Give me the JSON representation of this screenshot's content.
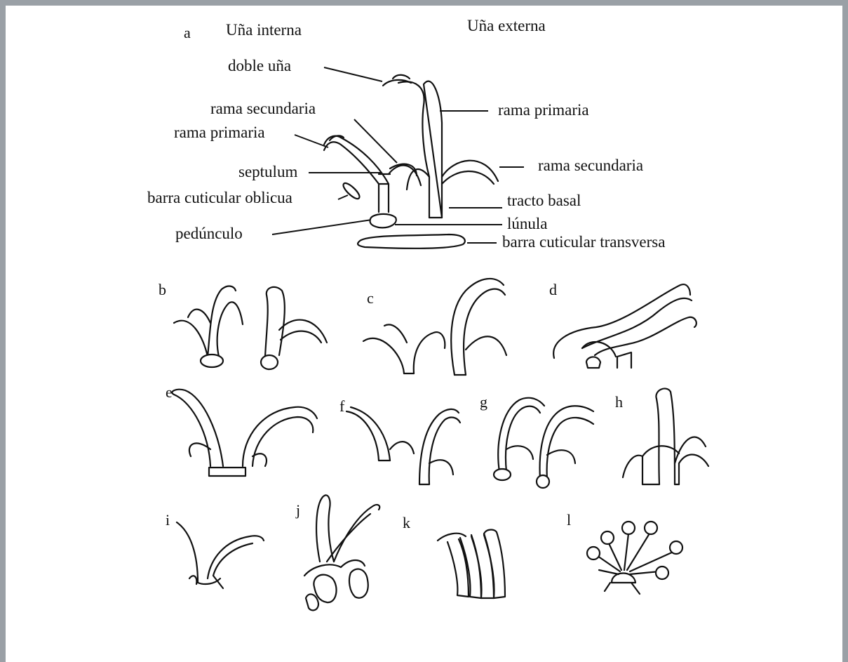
{
  "panel_a": {
    "letter": "a",
    "header_inner": "Uña interna",
    "header_outer": "Uña externa",
    "labels": {
      "doble_una": "doble uña",
      "rama_secundaria_left": "rama secundaria",
      "rama_primaria_left": "rama primaria",
      "septulum": "septulum",
      "barra_oblicua": "barra cuticular oblicua",
      "pedunculo": "pedúnculo",
      "rama_primaria_right": "rama primaria",
      "rama_secundaria_right": "rama secundaria",
      "tracto_basal": "tracto basal",
      "lunula": "lúnula",
      "barra_transversa": "barra cuticular transversa"
    }
  },
  "panel_letters": [
    "b",
    "c",
    "d",
    "e",
    "f",
    "g",
    "h",
    "i",
    "j",
    "k",
    "l"
  ]
}
